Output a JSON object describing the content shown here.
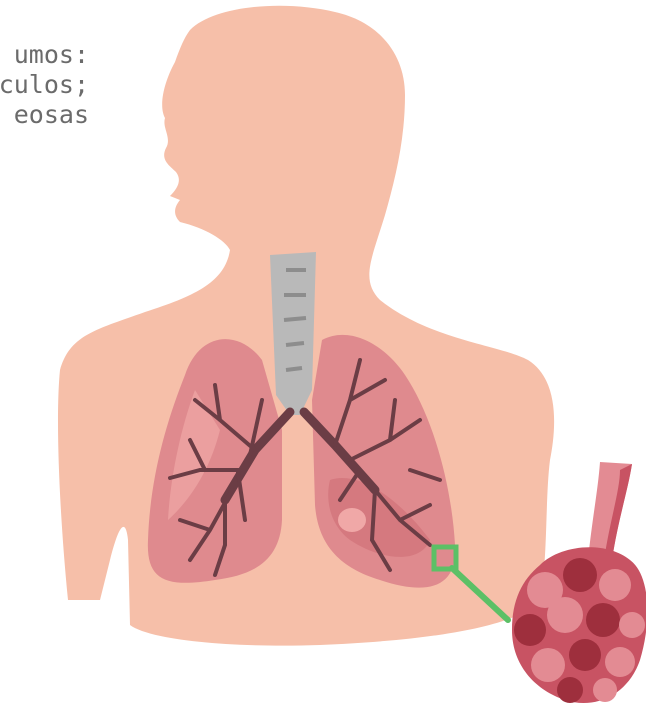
{
  "caption": {
    "line1": "umos:",
    "line2": "culos;",
    "line3": "eosas"
  },
  "colors": {
    "skin": "#f6bfa9",
    "lung_dark": "#c9636d",
    "lung_mid": "#df8a8e",
    "lung_light": "#f0a8a7",
    "bronchi": "#6b3d45",
    "trachea": "#b9b9b9",
    "trachea_dark": "#8d8d8d",
    "highlight": "#5cc066",
    "alveoli_dark": "#9e2f3d",
    "alveoli_mid": "#c85363",
    "alveoli_light": "#e38b93"
  },
  "icons": {
    "figure": "human-torso-silhouette",
    "lungs": "lungs-icon",
    "zoom": "alveoli-cluster-icon"
  }
}
